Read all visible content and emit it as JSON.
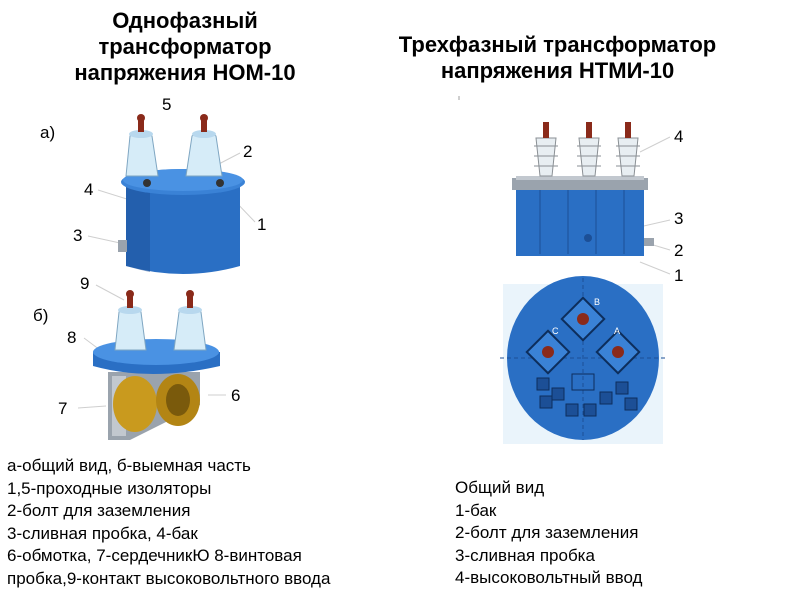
{
  "left": {
    "title_lines": [
      "Однофазный",
      "трансформатор",
      "напряжения НОМ-10"
    ],
    "label_a": "а)",
    "label_b": "б)",
    "parts_a": [
      "5",
      "2",
      "4",
      "1",
      "3"
    ],
    "parts_b": [
      "9",
      "8",
      "6",
      "7"
    ],
    "caption_lines": [
      "а-общий вид, б-выемная часть",
      "1,5-проходные изоляторы",
      "2-болт для заземления",
      "3-сливная пробка, 4-бак",
      "6-обмотка, 7-сердечникЮ 8-винтовая",
      "пробка,9-контакт высоковольтного ввода"
    ]
  },
  "right": {
    "title_lines": [
      "Трехфазный трансформатор",
      "напряжения НТМИ-10"
    ],
    "parts": [
      "4",
      "3",
      "2",
      "1"
    ],
    "top_marks": [
      "С",
      "В",
      "А"
    ],
    "caption_lines": [
      "Общий вид",
      "1-бак",
      "2-болт для заземления",
      "3-сливная пробка",
      "4-высоковольтный ввод"
    ]
  },
  "colors": {
    "tank_blue": "#2a6fc4",
    "tank_dark": "#1c4f96",
    "insulator": "#d6ecf8",
    "winding": "#c99a1e",
    "core": "#9aa3ad",
    "inlet_brown": "#8a2a1a"
  }
}
